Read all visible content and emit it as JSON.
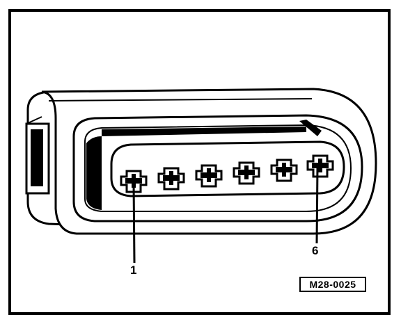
{
  "labels": {
    "pin_first": "1",
    "pin_last": "6",
    "figure_code": "M28-0025"
  },
  "colors": {
    "ink": "#000000",
    "paper": "#ffffff"
  }
}
